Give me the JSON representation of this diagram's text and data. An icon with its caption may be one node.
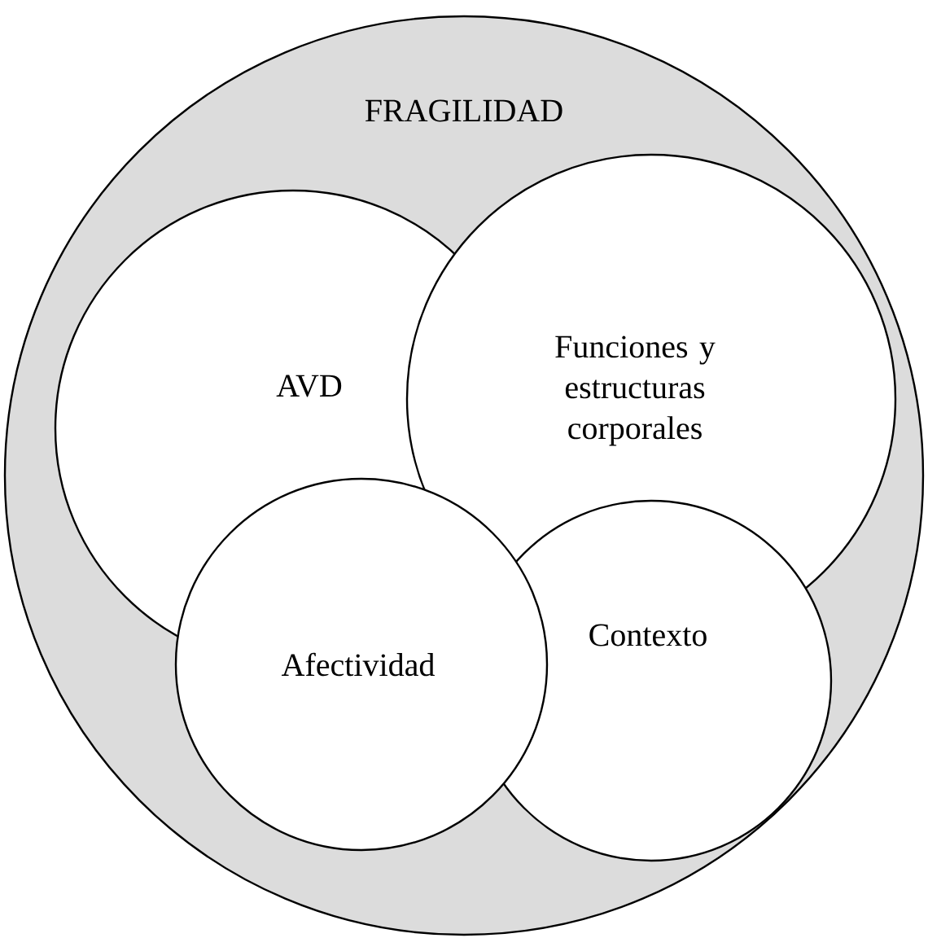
{
  "diagram": {
    "nodes": [
      {
        "text": [
          "FRAGILIDAD"
        ]
      },
      {
        "text": [
          "AVD"
        ],
        "in": 0
      },
      {
        "text": [
          "Funciones y estructuras corporales"
        ],
        "in": 0
      },
      {
        "text": [
          "Contexto"
        ],
        "in": 0
      },
      {
        "text": [
          "Afectividad"
        ],
        "in": 0
      }
    ]
  }
}
